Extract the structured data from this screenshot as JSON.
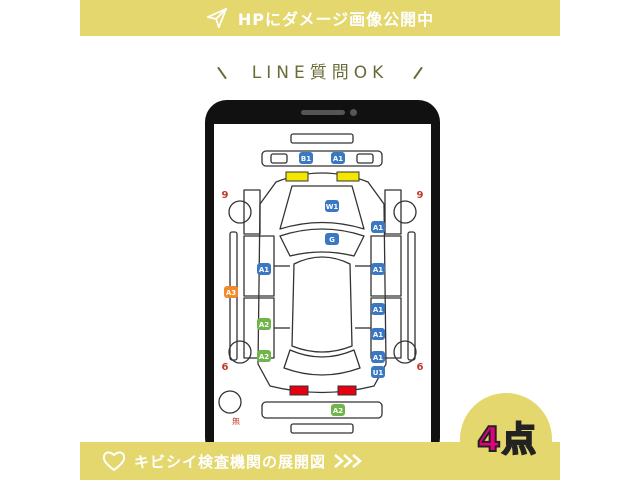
{
  "top_banner": {
    "text": "HPにダメージ画像公開中",
    "icon": "send-icon"
  },
  "heading": {
    "text": "LINE質問OK"
  },
  "diagram": {
    "markers": [
      {
        "label": "B1",
        "color": "#3a78c3"
      },
      {
        "label": "A1",
        "color": "#3a78c3"
      },
      {
        "label": "W1",
        "color": "#3a78c3"
      },
      {
        "label": "G",
        "color": "#3a78c3"
      },
      {
        "label": "A1",
        "color": "#3a78c3"
      },
      {
        "label": "A1",
        "color": "#3a78c3"
      },
      {
        "label": "A1",
        "color": "#3a78c3"
      },
      {
        "label": "A1",
        "color": "#3a78c3"
      },
      {
        "label": "A1",
        "color": "#3a78c3"
      },
      {
        "label": "A1",
        "color": "#3a78c3"
      },
      {
        "label": "U1",
        "color": "#3a78c3"
      },
      {
        "label": "A3",
        "color": "#f28a2b"
      },
      {
        "label": "A2",
        "color": "#6fb54a"
      },
      {
        "label": "A2",
        "color": "#6fb54a"
      },
      {
        "label": "A2",
        "color": "#6fb54a"
      }
    ],
    "wheel_labels": [
      "9",
      "9",
      "6",
      "6"
    ],
    "spare_label": "無"
  },
  "bottom_banner": {
    "text": "キビシイ検査機関の展開図",
    "icon_left": "heart-icon",
    "icon_right": "double-chevron-right-icon"
  },
  "points": {
    "text": "4点"
  },
  "colors": {
    "accent": "#e4d76d",
    "points_pink": "#e5007f"
  }
}
